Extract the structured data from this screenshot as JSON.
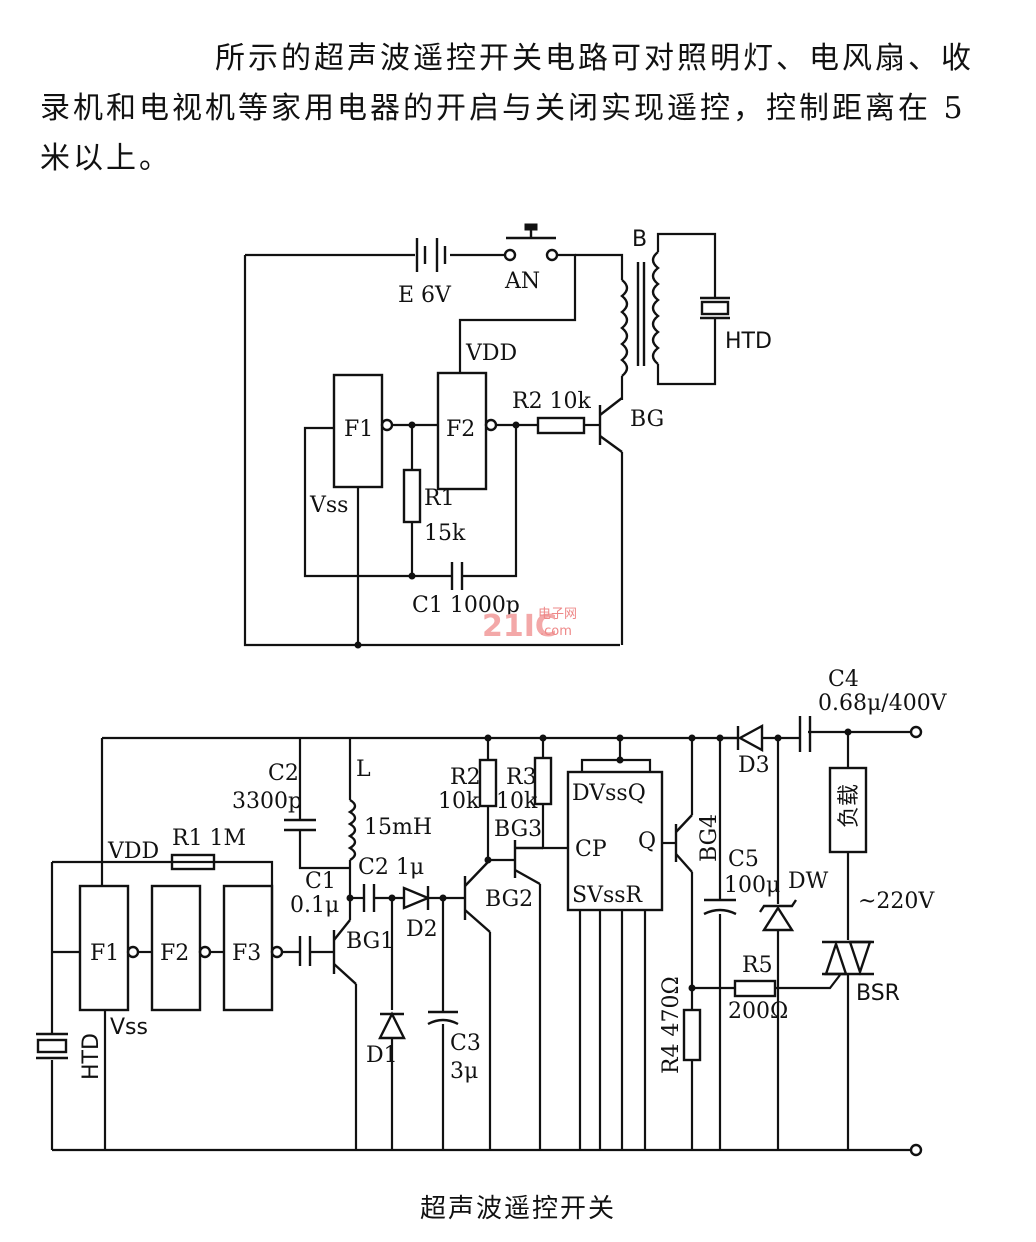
{
  "intro": {
    "line1": "所示的超声波遥控开关电路可对照明灯、电风扇、收",
    "line2": "录机和电视机等家用电器的开启与关闭实现遥控，控制距离在 5",
    "line3": "米以上。"
  },
  "transmitter": {
    "battery": "E 6V",
    "switch": "AN",
    "transformer": "B",
    "transducer": "HTD",
    "vdd": "VDD",
    "vss": "Vss",
    "gate1": "F1",
    "gate2": "F2",
    "r1_name": "R1",
    "r1_value": "15k",
    "r2": "R2 10k",
    "c1": "C1 1000p",
    "transistor": "BG"
  },
  "receiver": {
    "transducer": "HTD",
    "vdd": "VDD",
    "vss": "Vss",
    "r1": "R1 1M",
    "gate1": "F1",
    "gate2": "F2",
    "gate3": "F3",
    "c2_name": "C2",
    "c2_value": "3300p",
    "inductor_name": "L",
    "inductor_value": "15mH",
    "c1_name": "C1",
    "c1_value": "0.1μ",
    "cc2": "C2 1μ",
    "bg1": "BG1",
    "d1": "D1",
    "d2": "D2",
    "c3_name": "C3",
    "c3_value": "3μ",
    "r2_name": "R2",
    "r2_value": "10k",
    "r3_name": "R3",
    "r3_value": "10k",
    "bg2": "BG2",
    "bg3": "BG3",
    "ff_top": "DVssQ",
    "ff_cp": "CP",
    "ff_q": "Q",
    "ff_bottom": "SVssR",
    "bg4": "BG4",
    "r4": "R4 470Ω",
    "c5_name": "C5",
    "c5_value": "100μ",
    "d3": "D3",
    "c4_name": "C4",
    "c4_value": "0.68μ/400V",
    "load": "负载",
    "dw": "DW",
    "mains": "~220V",
    "r5_name": "R5",
    "r5_value": "200Ω",
    "bsr": "BSR"
  },
  "watermark": {
    "logo": "21IC",
    "site": "电子网",
    "com": ".com"
  },
  "caption": "超声波遥控开关"
}
